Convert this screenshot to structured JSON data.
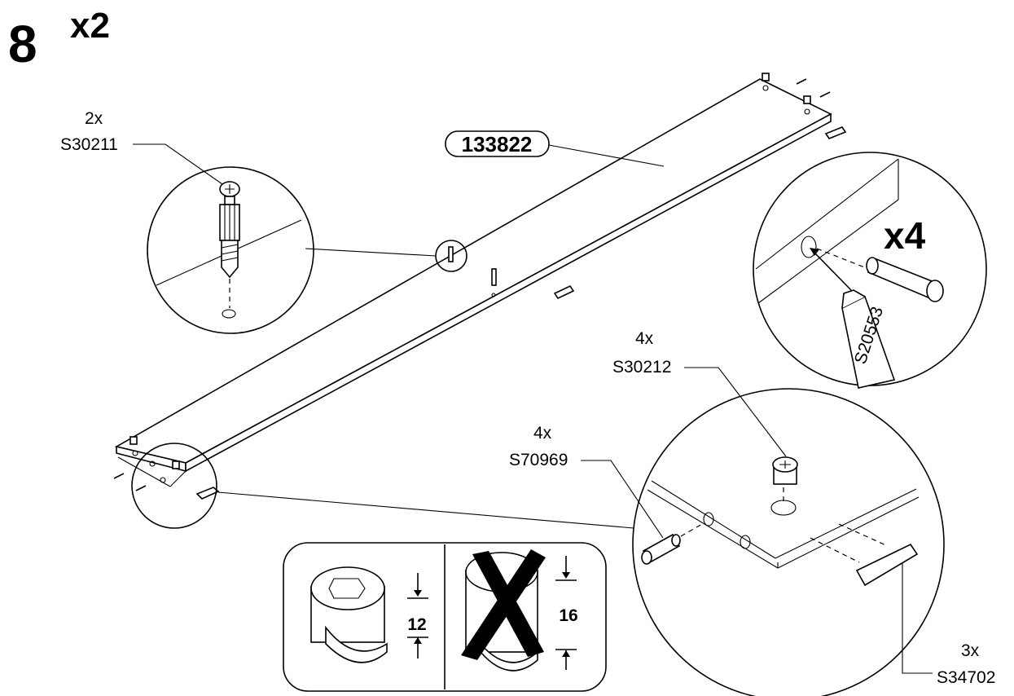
{
  "step": {
    "number": "8",
    "multiplier": "x2"
  },
  "panel": {
    "part_number": "133822"
  },
  "callouts": {
    "screw": {
      "qty": "2x",
      "code": "S30211"
    },
    "dowel_glue": {
      "qty": "x4",
      "glue_code": "S20553"
    },
    "cam_lock": {
      "qty": "4x",
      "code": "S30212"
    },
    "dowel": {
      "qty": "4x",
      "code": "S70969"
    },
    "plug": {
      "qty": "3x",
      "code": "S34702"
    }
  },
  "cam_check": {
    "correct": {
      "dimension": "12"
    },
    "incorrect": {
      "dimension": "16"
    }
  }
}
